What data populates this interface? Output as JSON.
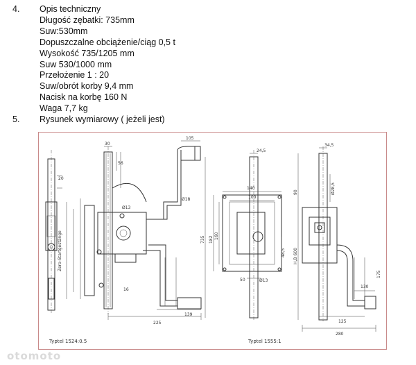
{
  "spec": {
    "section4_num": "4.",
    "section4_title": "Opis techniczny",
    "lines": [
      "Długość zębatki: 735mm",
      "Suw:530mm",
      "Dopuszczalne obciążenie/ciąg 0,5 t",
      "Wysokość 735/1205 mm",
      "Suw 530/1000 mm",
      "Przełożenie 1 : 20",
      "Suw/obrót korby 9,4 mm",
      "Nacisk na korbę 160 N",
      "Waga 7,7 kg"
    ],
    "section5_num": "5.",
    "section5_title": "Rysunek wymiarowy ( jeżeli jest)"
  },
  "drawing": {
    "label_left": "Typtel 1524:0.5",
    "label_right": "Typtel 1555:1",
    "zero_label": "Zero-Startgestänge",
    "dims": {
      "d30": "30",
      "d105": "105",
      "d56": "56",
      "d16": "16",
      "d225": "225",
      "d139": "139",
      "d18": "Ø18",
      "d13a": "Ø13",
      "d20": "20",
      "d24_5": "24,5",
      "d140": "140",
      "d100": "100",
      "d735": "735",
      "d50": "50",
      "d48_5": "48,5",
      "d13b": "Ø13",
      "d182": "182",
      "d160": "160",
      "d34_5": "34,5",
      "d90": "90",
      "d28_5": "Ø28,5",
      "d600": "H,B 600",
      "d130": "130",
      "d175": "175",
      "d125": "125",
      "d280": "280"
    }
  },
  "watermark": "otomoto"
}
